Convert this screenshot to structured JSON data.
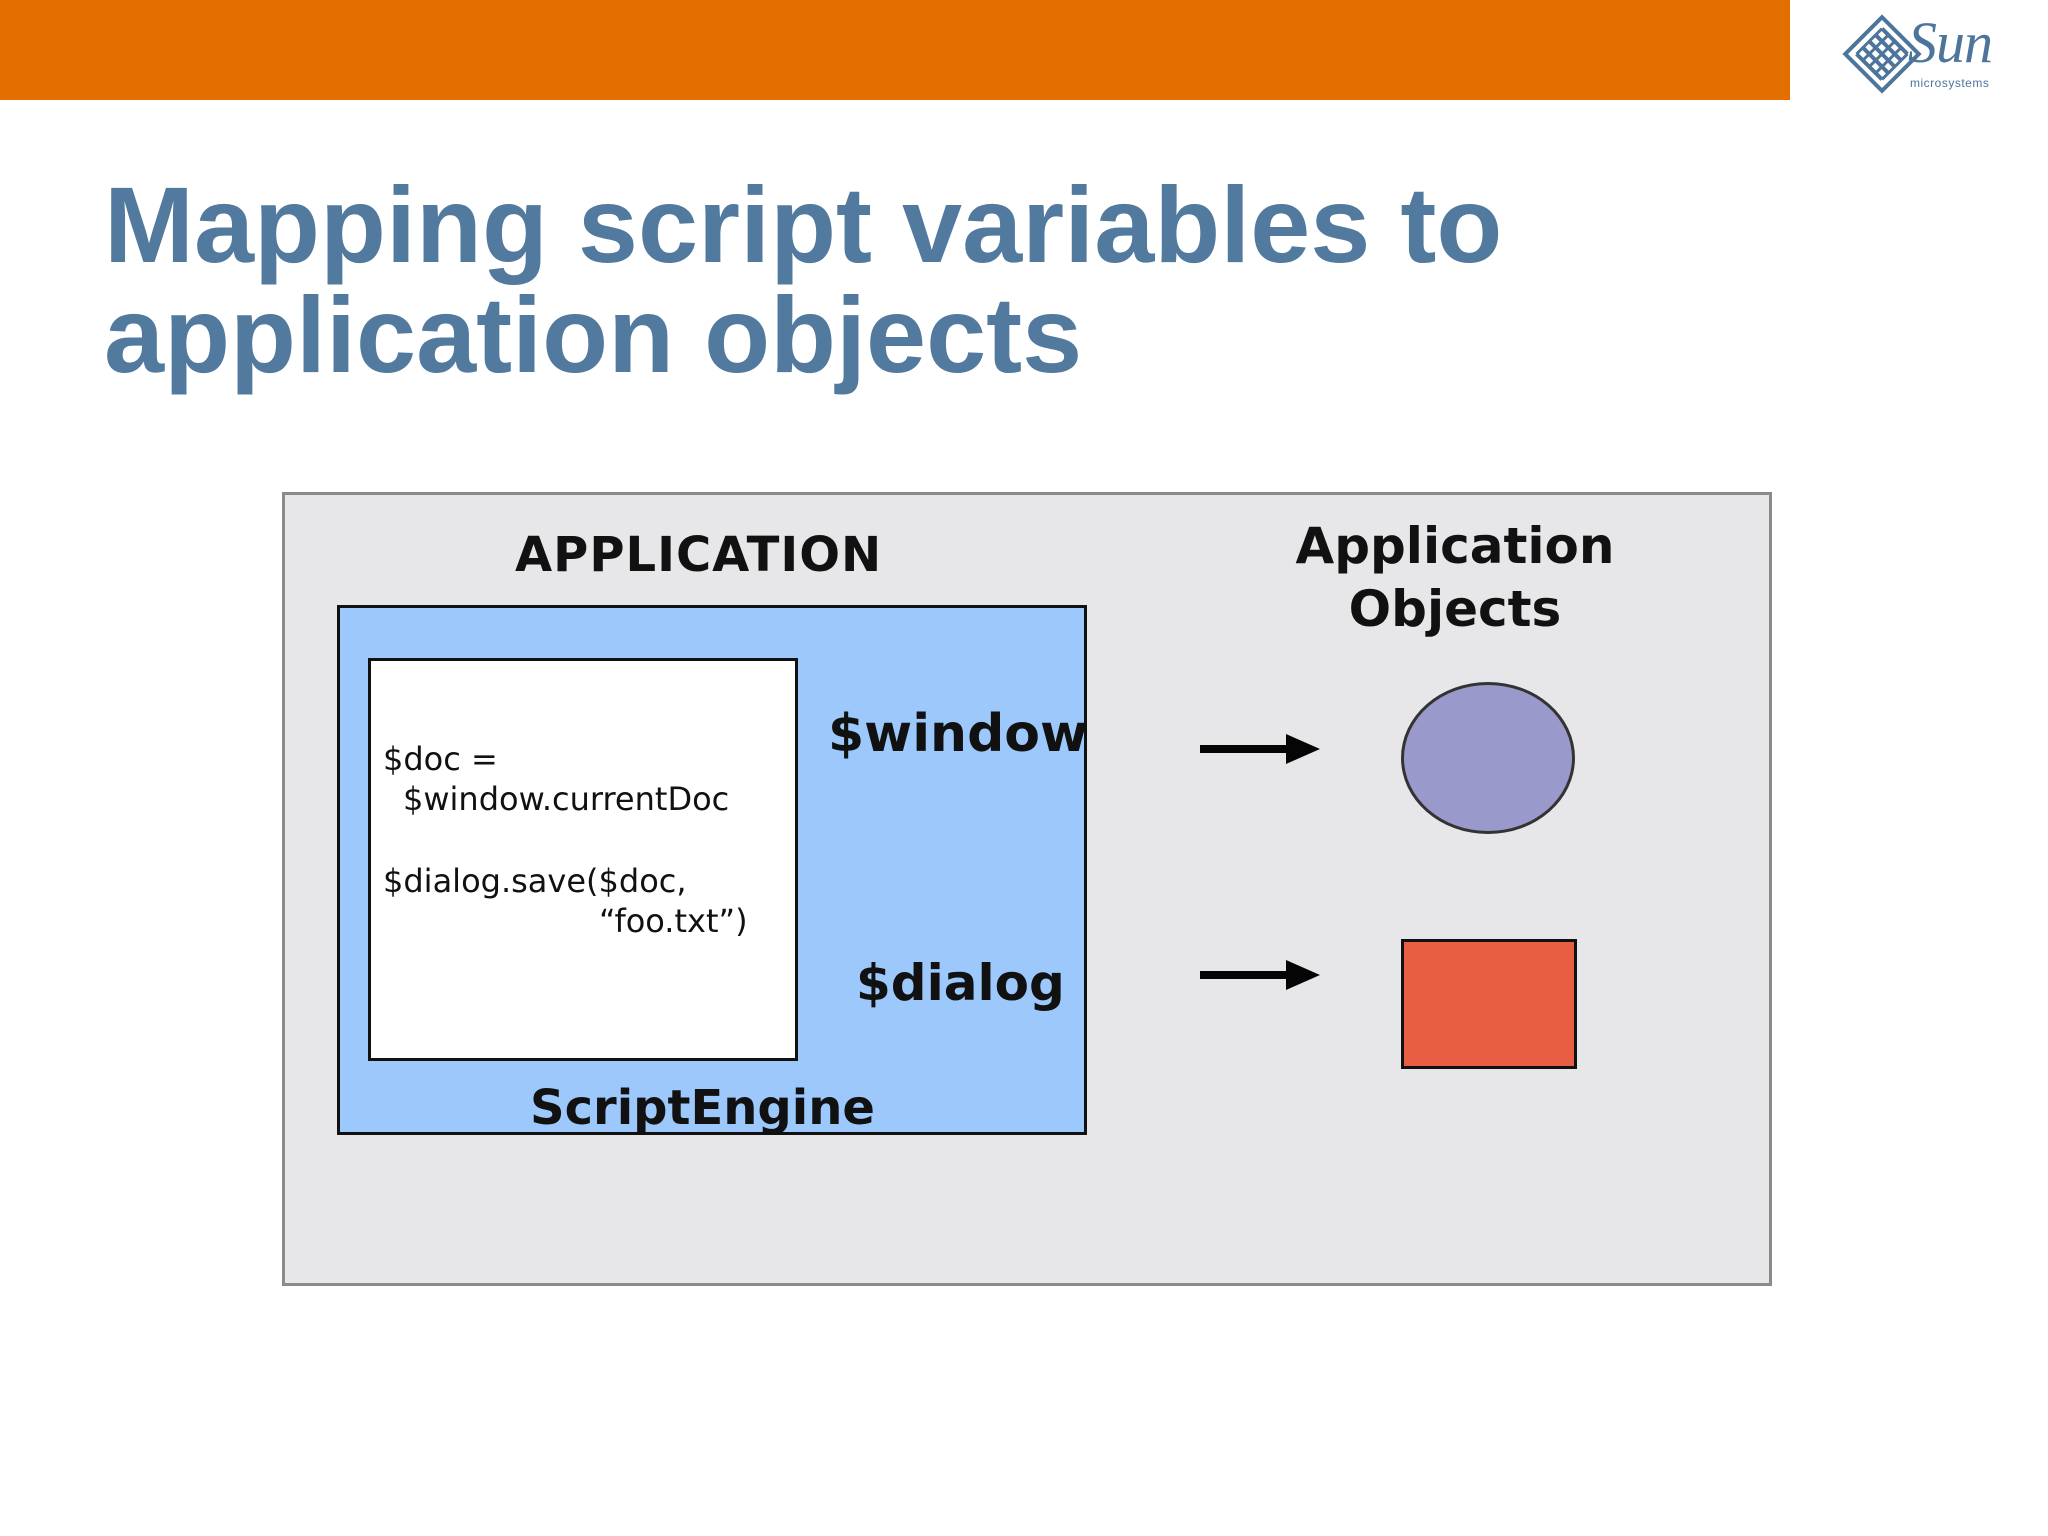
{
  "slide": {
    "title_line_1": "Mapping script variables to",
    "title_line_2": "application objects",
    "colors": {
      "top_bar": "#e36f00",
      "title": "#52799e",
      "diagram_background": "#e7e6e9",
      "script_engine": "#9cc8fc",
      "circle_object": "#999acb",
      "square_object": "#e85e42"
    }
  },
  "logo": {
    "name": "Sun",
    "subtitle": "microsystems",
    "icon": "sun-logo-icon"
  },
  "diagram": {
    "application_label": "APPLICATION",
    "application_objects_label_line_1": "Application",
    "application_objects_label_line_2": "Objects",
    "code_lines": [
      "$doc =",
      "$window.currentDoc",
      "$dialog.save($doc,",
      "“foo.txt”)"
    ],
    "window_variable": "$window",
    "dialog_variable": "$dialog",
    "script_engine_label": "ScriptEngine",
    "icons": {
      "arrow": "right-arrow-icon",
      "circle": "circle-object",
      "square": "square-object"
    }
  }
}
